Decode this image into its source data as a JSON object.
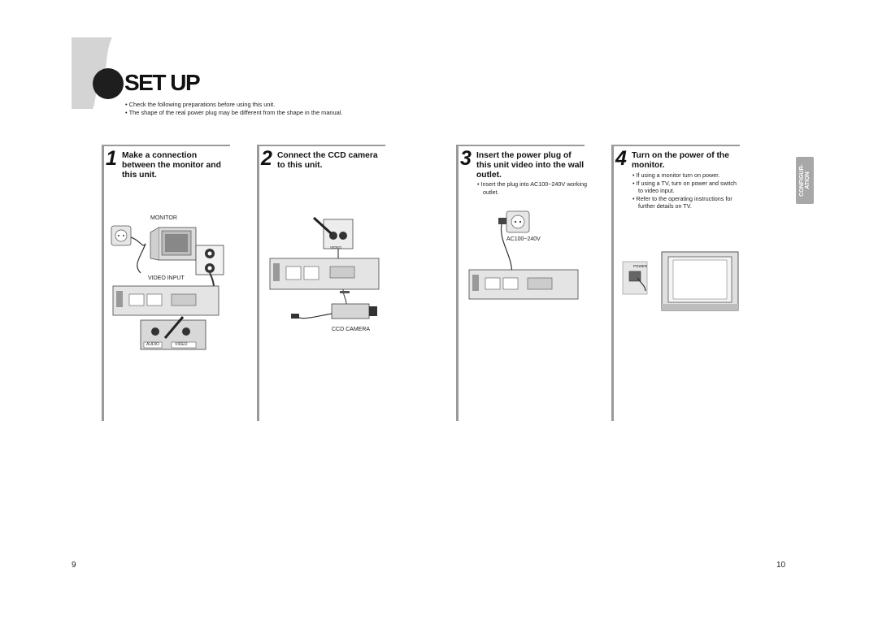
{
  "header": {
    "title": "SET UP",
    "bullets": [
      "Check the following preparations before using this unit.",
      "The shape of the real power plug may be different from the shape in the manual."
    ]
  },
  "steps": [
    {
      "number": "1",
      "title": "Make a connection between the monitor and this unit.",
      "notes": [],
      "labels": {
        "monitor": "MONITOR",
        "video_input": "VIDEO INPUT",
        "audio": "AUDIO",
        "video": "VIDEO"
      }
    },
    {
      "number": "2",
      "title": "Connect the CCD camera to this unit.",
      "notes": [],
      "labels": {
        "ccd_camera": "CCD CAMERA",
        "video": "VIDEO"
      }
    },
    {
      "number": "3",
      "title": "Insert the power plug of this unit video into the wall outlet.",
      "notes": [
        "Insert the plug into AC100~240V working outlet."
      ],
      "labels": {
        "voltage": "AC100~240V"
      }
    },
    {
      "number": "4",
      "title": "Turn on the power of the monitor.",
      "notes": [
        "If using a monitor turn on power.",
        "If using a TV, turn on power and switch to video input.",
        "Refer to the operating instructions for further details on TV."
      ],
      "labels": {
        "power": "POWER"
      }
    }
  ],
  "side_tab": {
    "line1": "CONFIGUR-",
    "line2": "ATION"
  },
  "page_numbers": {
    "left": "9",
    "right": "10"
  },
  "colors": {
    "rule": "#9a9a9a",
    "tab": "#a8a8a8",
    "circle": "#1e1e1e",
    "swoosh": "#d4d4d4"
  }
}
